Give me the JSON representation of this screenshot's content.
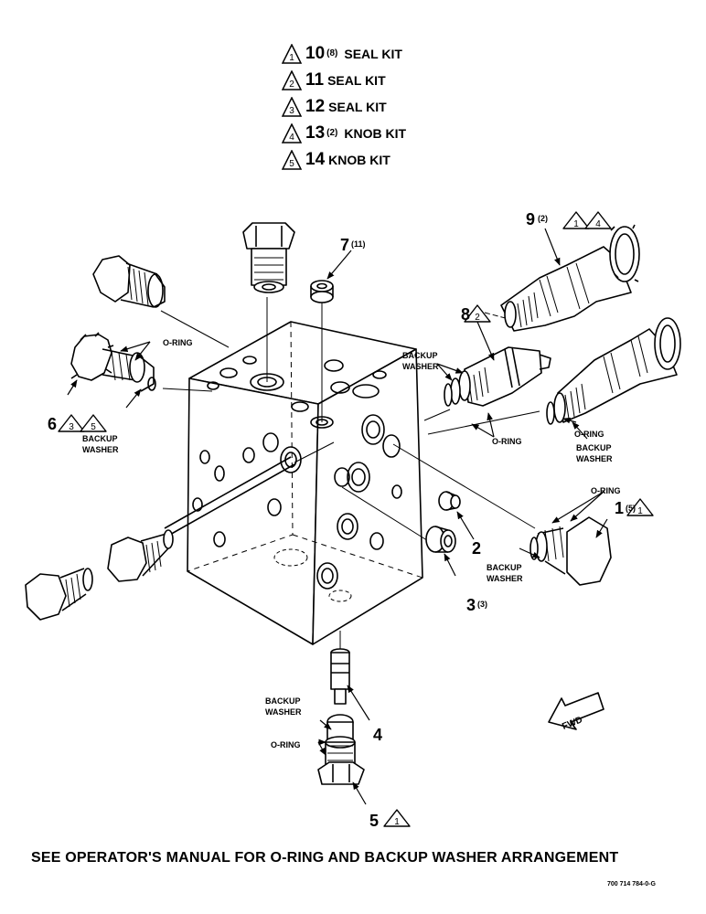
{
  "legend": [
    {
      "marker": "1",
      "item": "10",
      "qty": "(8)",
      "kit": "SEAL KIT"
    },
    {
      "marker": "2",
      "item": "11",
      "qty": "",
      "kit": "SEAL KIT"
    },
    {
      "marker": "3",
      "item": "12",
      "qty": "",
      "kit": "SEAL KIT"
    },
    {
      "marker": "4",
      "item": "13",
      "qty": "(2)",
      "kit": "KNOB KIT"
    },
    {
      "marker": "5",
      "item": "14",
      "qty": "",
      "kit": "KNOB KIT"
    }
  ],
  "callouts": {
    "item1": "1",
    "item1_qty": "(5)",
    "item2": "2",
    "item3": "3",
    "item3_qty": "(3)",
    "item4": "4",
    "item5": "5",
    "item6": "6",
    "item7": "7",
    "item7_qty": "(11)",
    "item8": "8",
    "item9": "9",
    "item9_qty": "(2)"
  },
  "markers": {
    "m1": "1",
    "m2": "2",
    "m3": "3",
    "m4": "4",
    "m5": "5"
  },
  "labels": {
    "o_ring": "O-RING",
    "backup": "BACKUP",
    "washer": "WASHER",
    "fwd": "FWD"
  },
  "footer": "SEE OPERATOR'S MANUAL FOR O-RING AND BACKUP WASHER ARRANGEMENT",
  "drawing_number": "700 714 784-0-G"
}
